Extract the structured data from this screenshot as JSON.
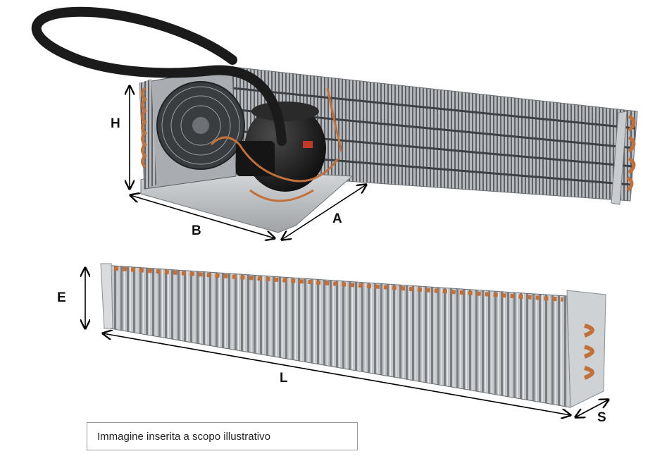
{
  "labels": {
    "height": "H",
    "depth_b": "B",
    "depth_a": "A",
    "evap_height": "E",
    "evap_length": "L",
    "evap_thickness": "S"
  },
  "caption": "Immagine inserita a scopo illustrativo",
  "colors": {
    "copper": "#c2703a",
    "fin_metal": "#8c8f93",
    "insulation": "#1b1b1b",
    "arrow": "#000000"
  }
}
